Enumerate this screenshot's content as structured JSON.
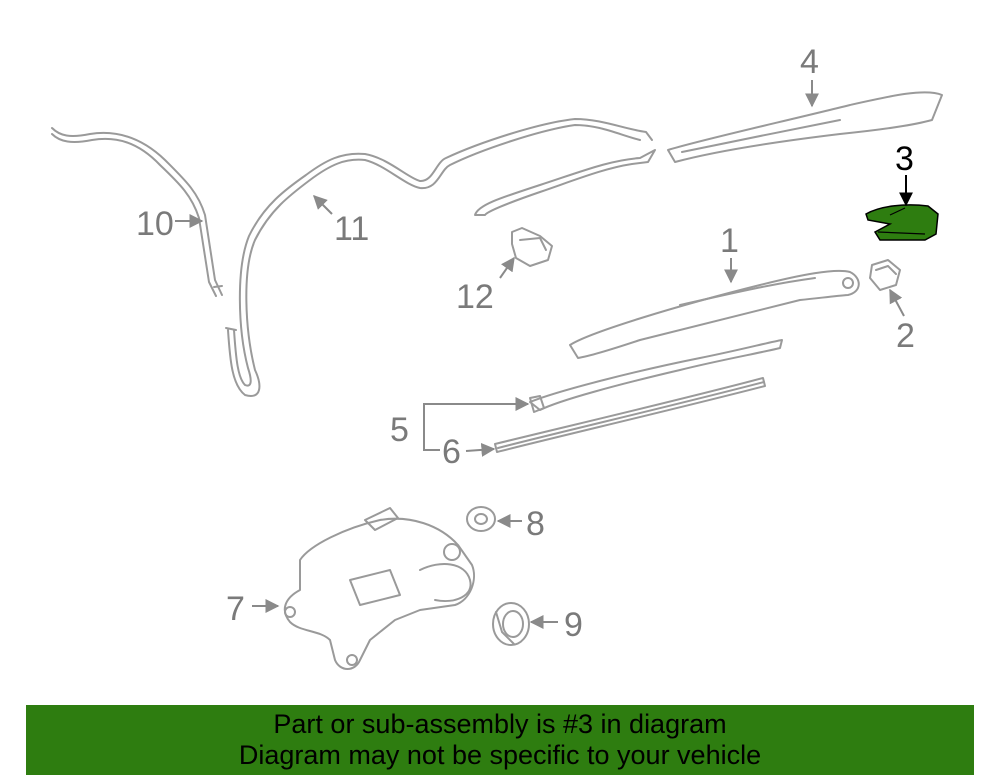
{
  "diagram": {
    "callouts": [
      {
        "id": "1",
        "label": "1"
      },
      {
        "id": "2",
        "label": "2"
      },
      {
        "id": "3",
        "label": "3",
        "highlighted": true
      },
      {
        "id": "4",
        "label": "4"
      },
      {
        "id": "5",
        "label": "5"
      },
      {
        "id": "6",
        "label": "6"
      },
      {
        "id": "7",
        "label": "7"
      },
      {
        "id": "8",
        "label": "8"
      },
      {
        "id": "9",
        "label": "9"
      },
      {
        "id": "10",
        "label": "10"
      },
      {
        "id": "11",
        "label": "11"
      },
      {
        "id": "12",
        "label": "12"
      }
    ],
    "colors": {
      "line_gray": "#9a9a9a",
      "highlight_fill": "#2e7d10",
      "banner_bg": "#2e7d10"
    }
  },
  "banner": {
    "line1": "Part or sub-assembly is #3 in diagram",
    "line2": "Diagram may not be specific to your vehicle"
  }
}
